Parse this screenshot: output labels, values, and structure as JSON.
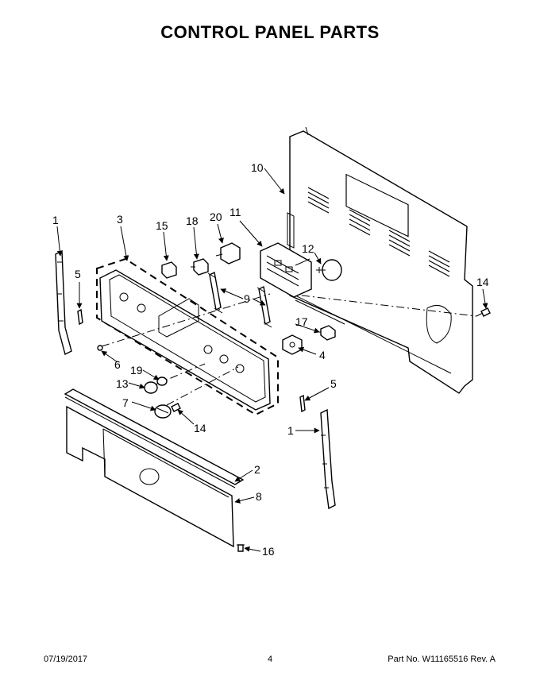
{
  "title": "CONTROL PANEL PARTS",
  "footer": {
    "date": "07/19/2017",
    "page": "4",
    "part_number": "Part No.  W11165516  Rev.  A"
  },
  "callouts": {
    "c1a": "1",
    "c1b": "1",
    "c2": "2",
    "c3": "3",
    "c4": "4",
    "c5a": "5",
    "c5b": "5",
    "c6": "6",
    "c7": "7",
    "c8": "8",
    "c9": "9",
    "c10": "10",
    "c11": "11",
    "c12": "12",
    "c13": "13",
    "c14a": "14",
    "c14b": "14",
    "c15": "15",
    "c16": "16",
    "c17": "17",
    "c18": "18",
    "c19": "19",
    "c20": "20"
  }
}
